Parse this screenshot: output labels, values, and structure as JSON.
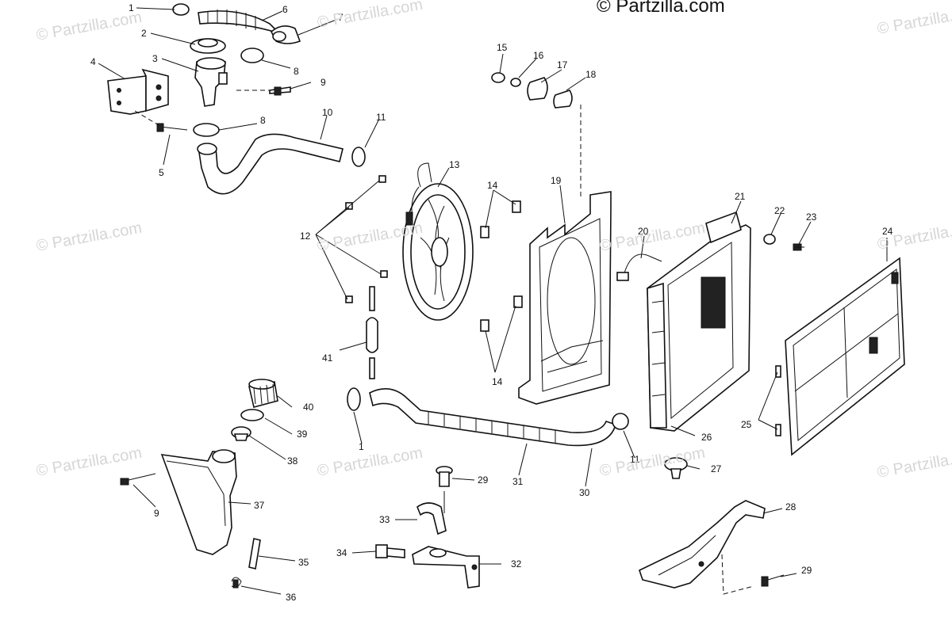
{
  "copyright": "© Partzilla.com",
  "watermark_text": "© Partzilla.com",
  "part_numbers": [
    "1",
    "2",
    "3",
    "4",
    "5",
    "6",
    "7",
    "8",
    "8",
    "9",
    "10",
    "11",
    "12",
    "13",
    "14",
    "14",
    "15",
    "16",
    "17",
    "18",
    "19",
    "20",
    "21",
    "22",
    "23",
    "24",
    "25",
    "26",
    "27",
    "28",
    "29",
    "29",
    "30",
    "31",
    "32",
    "33",
    "34",
    "35",
    "36",
    "37",
    "38",
    "39",
    "40",
    "41",
    "1",
    "11",
    "9"
  ],
  "colors": {
    "line": "#111111",
    "watermark": "#d6d6d6",
    "background": "#ffffff"
  }
}
